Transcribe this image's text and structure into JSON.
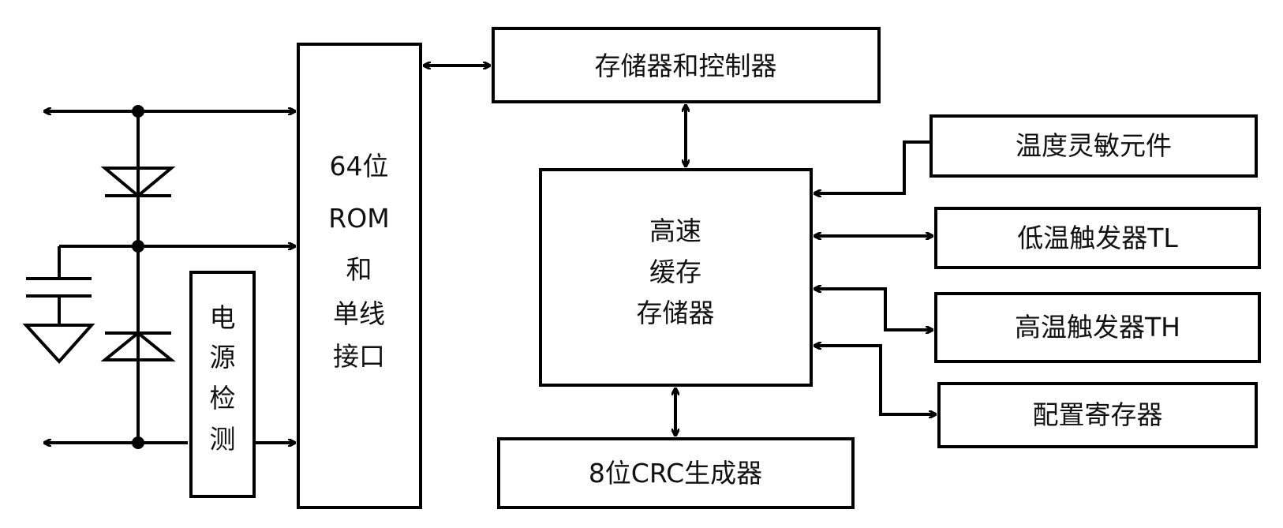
{
  "blocks": {
    "rom_lines": [
      "64位",
      "ROM",
      "和",
      "单线",
      "接口"
    ],
    "memory_controller": "存储器和控制器",
    "scratchpad_lines": [
      "高速",
      "缓存",
      "存储器"
    ],
    "crc_generator": "8位CRC生成器",
    "temp_sensor": "温度灵敏元件",
    "tl_trigger": "低温触发器TL",
    "th_trigger": "高温触发器TH",
    "config_register": "配置寄存器",
    "power_detect_lines": [
      "电",
      "源",
      "检",
      "测"
    ]
  }
}
